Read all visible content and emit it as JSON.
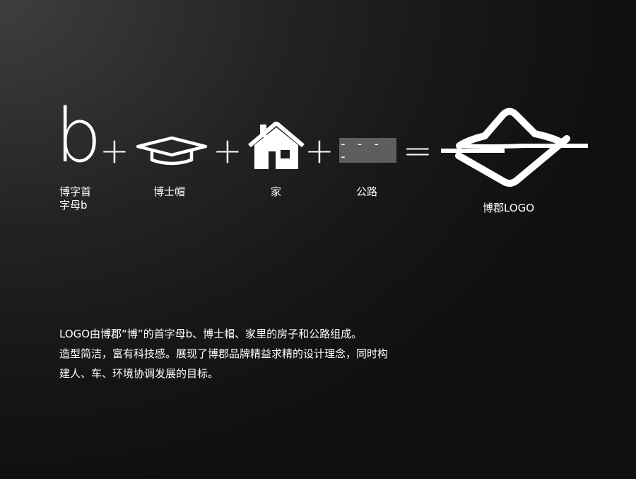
{
  "formula": {
    "letter": "b",
    "plus": "+",
    "equals": "=",
    "road_dashes": "- - - -"
  },
  "labels": {
    "letter_line1": "博字首",
    "letter_line2": "字母b",
    "cap": "博士帽",
    "house": "家",
    "road": "公路",
    "logo": "博郡LOGO"
  },
  "icons": {
    "cap": "graduation-cap-icon",
    "house": "house-icon",
    "road": "road-icon",
    "logo": "bojun-logo-icon"
  },
  "description": {
    "line1": "LOGO由博郡“博”的首字母b、博士帽、家里的房子和公路组成。",
    "line2": "造型简洁，富有科技感。展现了博郡品牌精益求精的设计理念，同时构",
    "line3": "建人、车、环境协调发展的目标。"
  },
  "colors": {
    "foreground": "#ffffff",
    "road": "#5e5e5e",
    "background": "#1a1a1a"
  }
}
